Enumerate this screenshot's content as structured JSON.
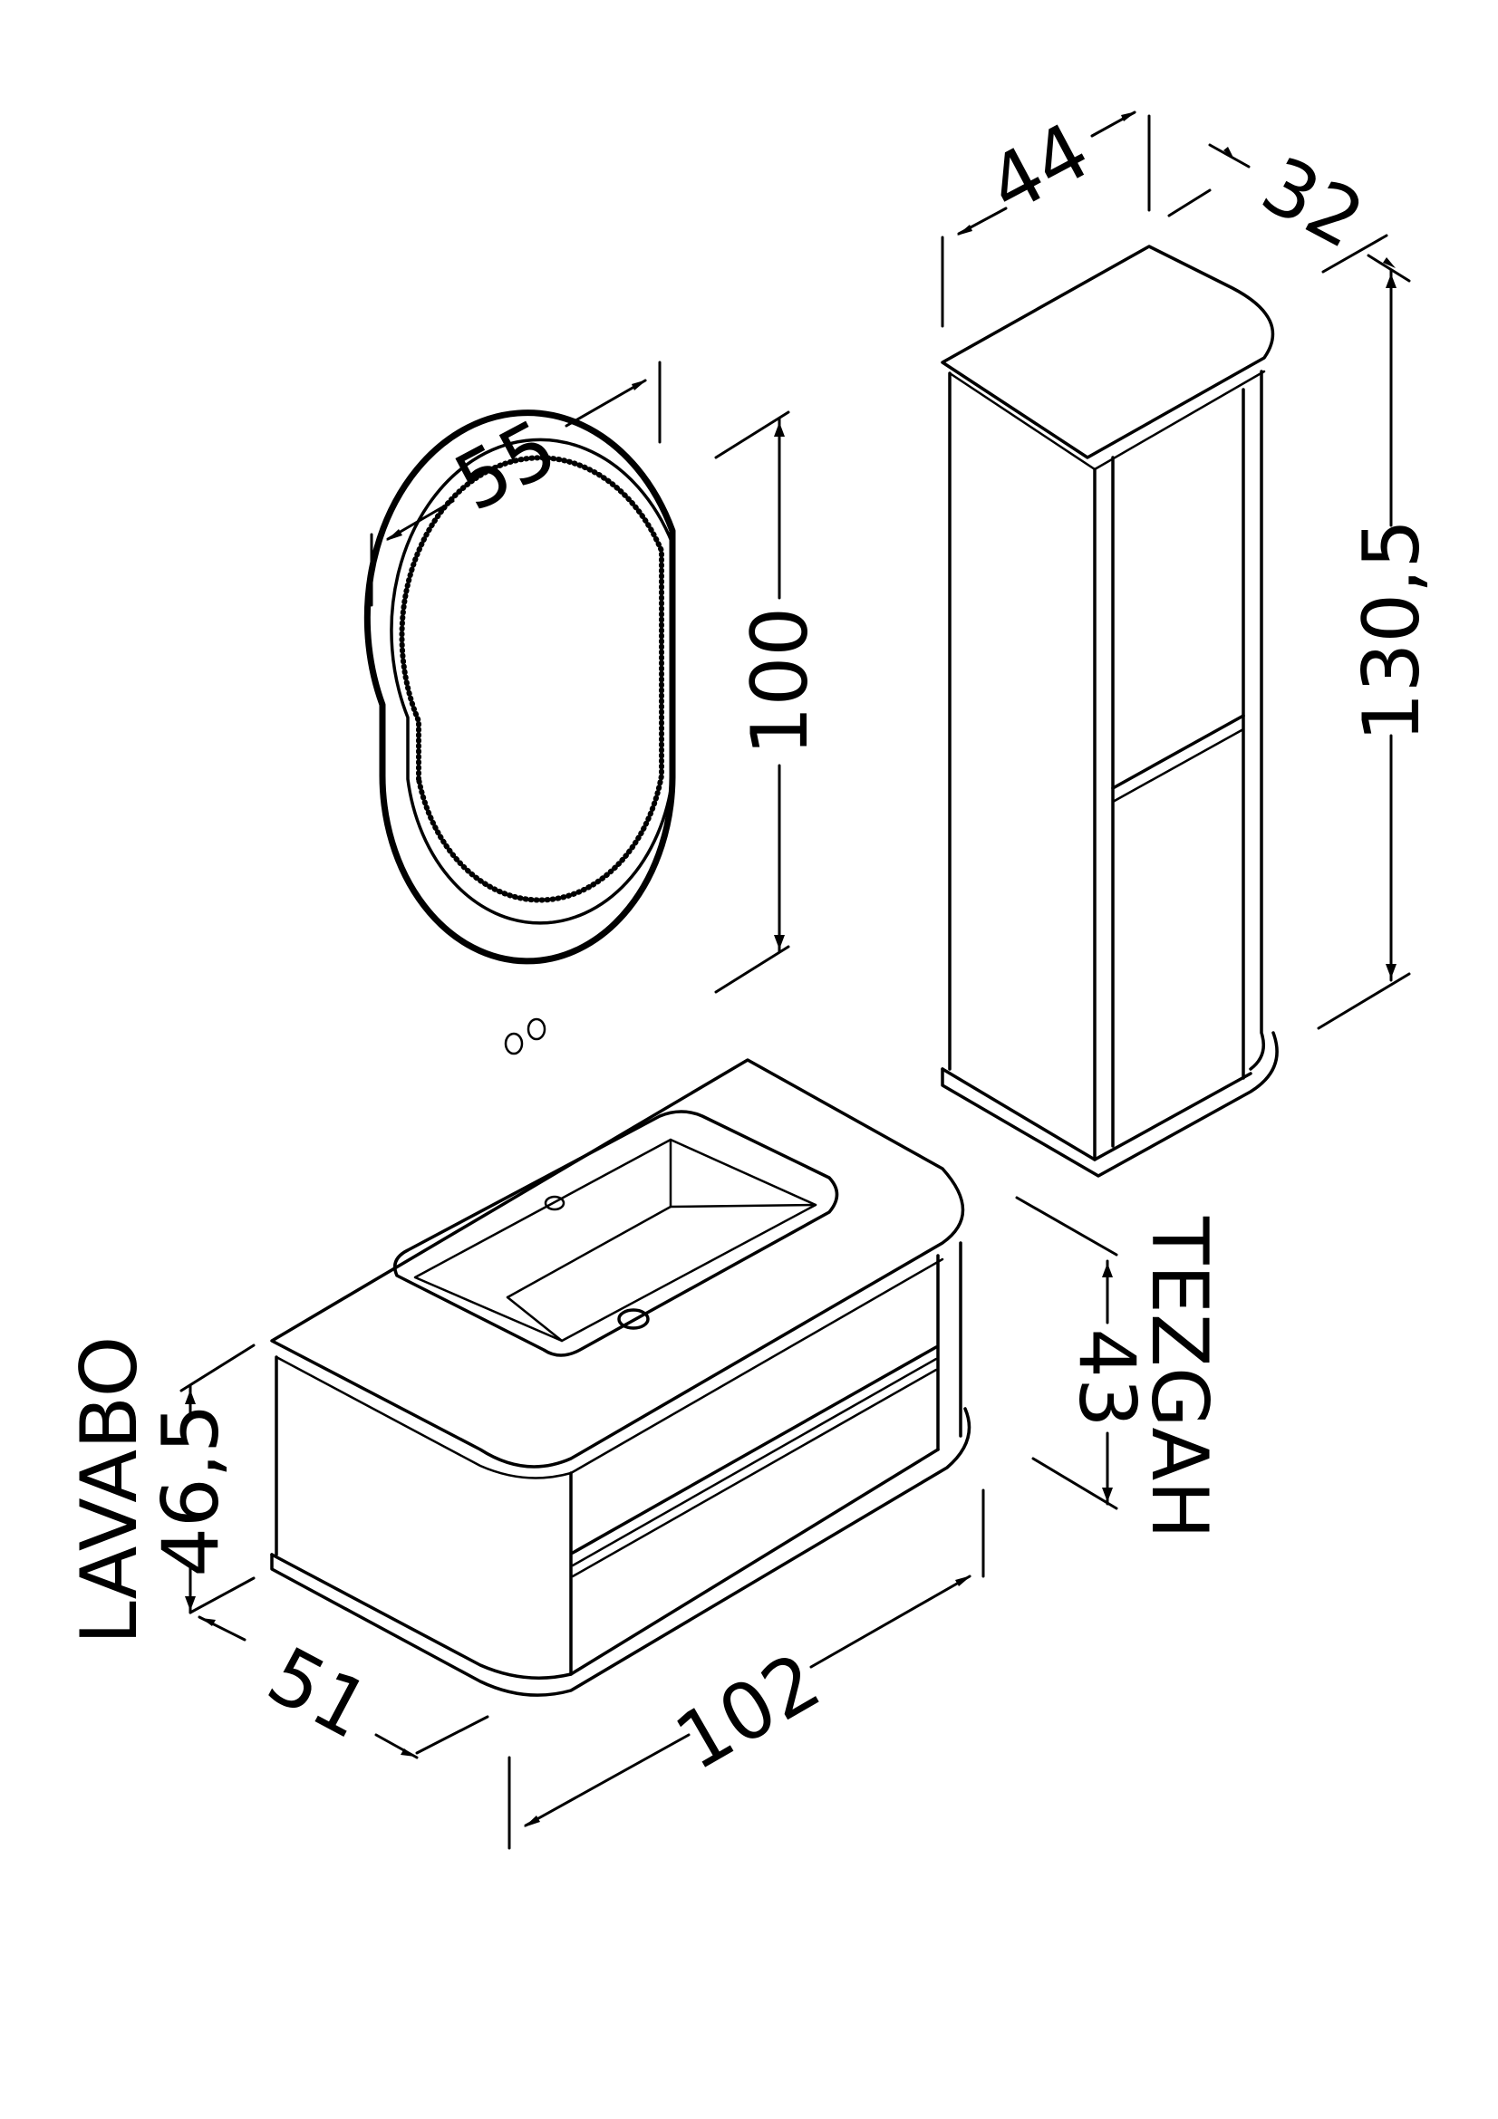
{
  "dimensions": {
    "tall_unit_width": "44",
    "tall_unit_depth": "32",
    "tall_unit_height": "130,5",
    "mirror_width": "55",
    "mirror_height": "100",
    "counter_height": "43",
    "counter_label": "TEZGAH",
    "basin_height": "46,5",
    "basin_label": "LAVABO",
    "cabinet_depth": "51",
    "cabinet_width": "102"
  }
}
